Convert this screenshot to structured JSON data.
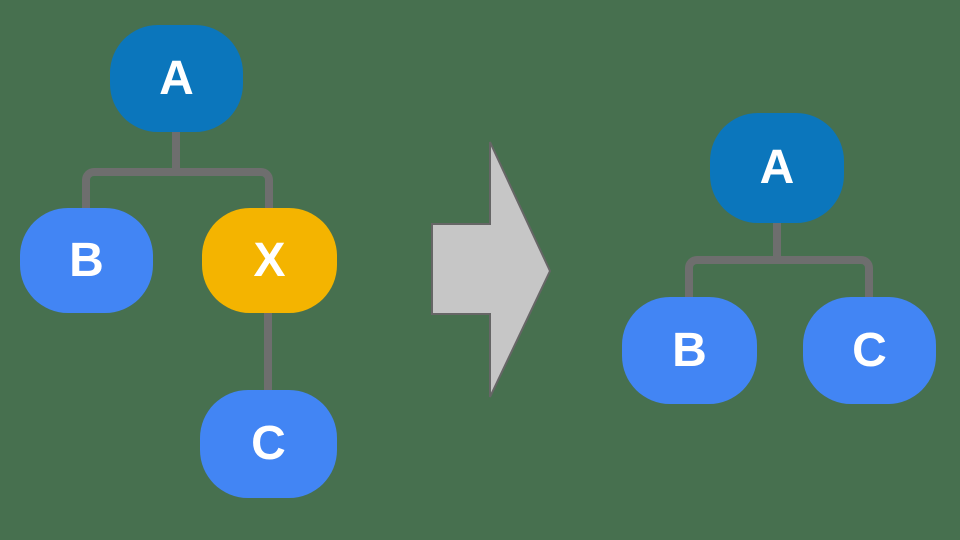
{
  "colors": {
    "background": "#47704f",
    "connector": "#6e6e6e",
    "node_text": "#ffffff",
    "node_dark_blue": "#0b76bc",
    "node_blue": "#4285f4",
    "node_yellow": "#f4b400",
    "arrow_fill": "#c6c6c6",
    "arrow_stroke": "#666666"
  },
  "diagram": {
    "before_tree": {
      "nodes": [
        {
          "id": "A",
          "label": "A",
          "color": "#0b76bc",
          "parent": null
        },
        {
          "id": "B",
          "label": "B",
          "color": "#4285f4",
          "parent": "A"
        },
        {
          "id": "X",
          "label": "X",
          "color": "#f4b400",
          "parent": "A"
        },
        {
          "id": "C",
          "label": "C",
          "color": "#4285f4",
          "parent": "X"
        }
      ]
    },
    "arrow": {
      "icon": "right-block-arrow"
    },
    "after_tree": {
      "nodes": [
        {
          "id": "A",
          "label": "A",
          "color": "#0b76bc",
          "parent": null
        },
        {
          "id": "B",
          "label": "B",
          "color": "#4285f4",
          "parent": "A"
        },
        {
          "id": "C",
          "label": "C",
          "color": "#4285f4",
          "parent": "A"
        }
      ]
    }
  }
}
